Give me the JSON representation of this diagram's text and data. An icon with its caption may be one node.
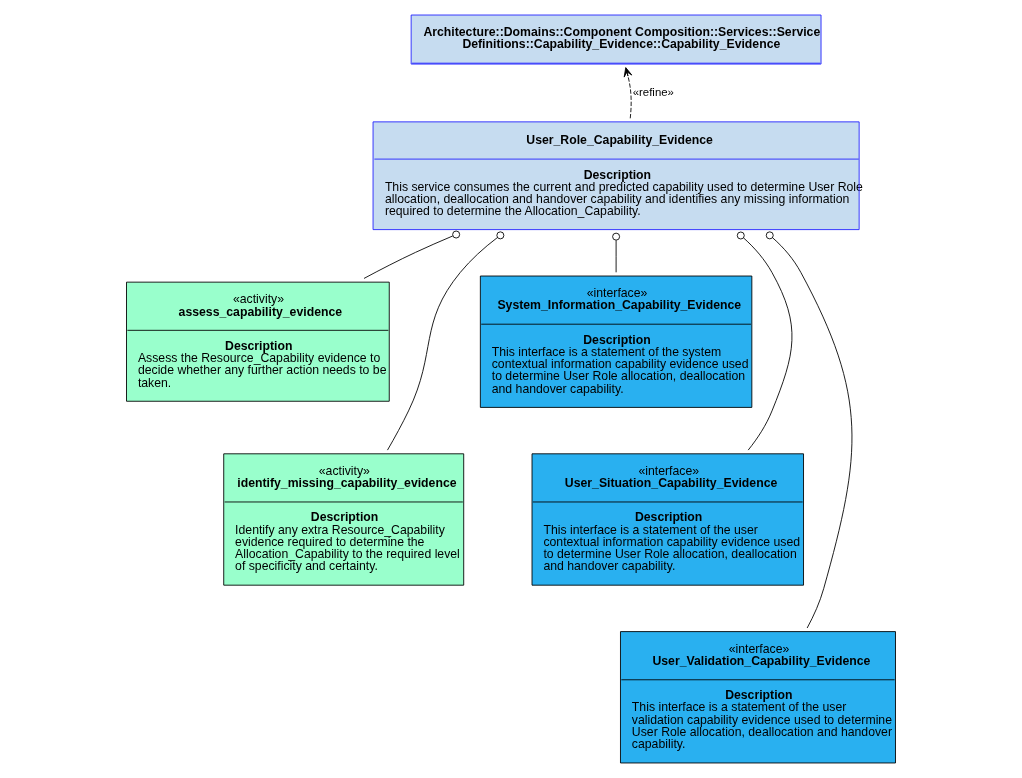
{
  "diagram": {
    "nodes": [
      {
        "text": [
          "Architecture::Domains::Component Composition::Services::Service Definitions::Capability_Evidence::Capability_Evidence"
        ]
      },
      {
        "text": [
          "User_Role_Capability_Evidence",
          "Description",
          "This service consumes the current and predicted capability used to determine User Role allocation, deallocation and handover capability and identifies any missing information required to determine the Allocation_Capability."
        ]
      },
      {
        "text": [
          "«activity»",
          "assess_capability_evidence",
          "Description",
          "Assess the Resource_Capability evidence to decide whether any further action needs to be taken."
        ]
      },
      {
        "text": [
          "«activity»",
          "identify_missing_capability_evidence",
          "Description",
          "Identify any extra Resource_Capability evidence required to determine the Allocation_Capability to the required level of specificity and certainty."
        ]
      },
      {
        "text": [
          "«interface»",
          "System_Information_Capability_Evidence",
          "Description",
          "This interface is a statement of the system contextual information capability evidence used to determine User Role allocation, deallocation and handover capability."
        ]
      },
      {
        "text": [
          "«interface»",
          "User_Situation_Capability_Evidence",
          "Description",
          "This interface is a statement of the user contextual information capability evidence used to determine User Role allocation, deallocation and handover capability."
        ]
      },
      {
        "text": [
          "«interface»",
          "User_Validation_Capability_Evidence",
          "Description",
          "This interface is a statement of the user validation capability evidence used to determine User Role allocation, deallocation and handover capability."
        ]
      }
    ],
    "edges": [
      {
        "from": 1,
        "to": 0,
        "arrow": "to",
        "style": "dashed",
        "label": "«refine»"
      },
      {
        "from": 1,
        "to": 2,
        "arrow": "other"
      },
      {
        "from": 1,
        "to": 3,
        "arrow": "other"
      },
      {
        "from": 1,
        "to": 4,
        "arrow": "other"
      },
      {
        "from": 1,
        "to": 5,
        "arrow": "other"
      },
      {
        "from": 1,
        "to": 6,
        "arrow": "other"
      }
    ]
  }
}
